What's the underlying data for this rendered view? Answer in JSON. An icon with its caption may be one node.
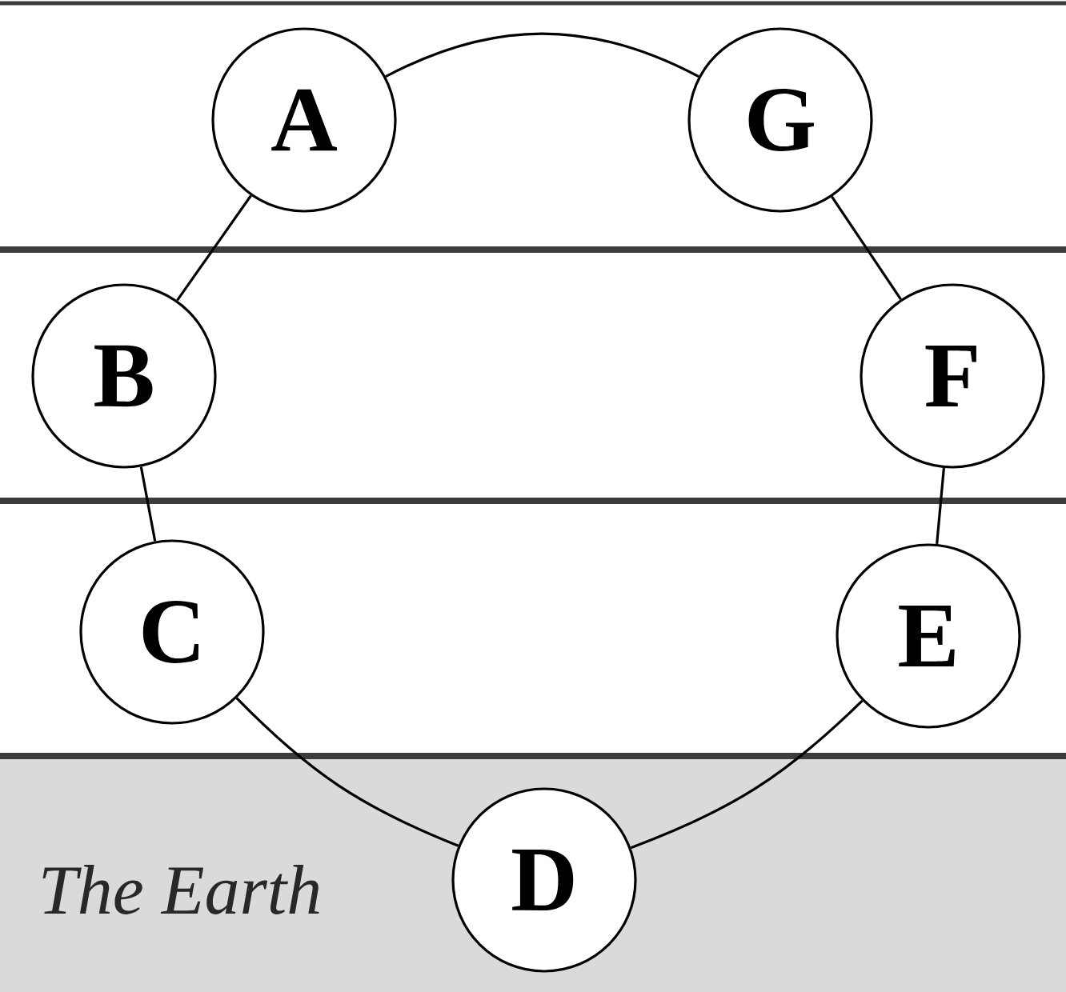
{
  "diagram": {
    "nodes": [
      {
        "text": [
          "A"
        ]
      },
      {
        "text": [
          "G"
        ]
      },
      {
        "text": [
          "B"
        ]
      },
      {
        "text": [
          "F"
        ]
      },
      {
        "text": [
          "C"
        ]
      },
      {
        "text": [
          "E"
        ]
      },
      {
        "text": [
          "D"
        ]
      }
    ],
    "edges": [
      {
        "from": 0,
        "to": 1,
        "arrow": "none"
      },
      {
        "from": 1,
        "to": 3,
        "arrow": "none"
      },
      {
        "from": 3,
        "to": 5,
        "arrow": "none"
      },
      {
        "from": 5,
        "to": 6,
        "arrow": "none"
      },
      {
        "from": 6,
        "to": 4,
        "arrow": "none"
      },
      {
        "from": 4,
        "to": 2,
        "arrow": "none"
      },
      {
        "from": 2,
        "to": 0,
        "arrow": "none"
      }
    ],
    "labels": [
      "The Earth"
    ]
  }
}
